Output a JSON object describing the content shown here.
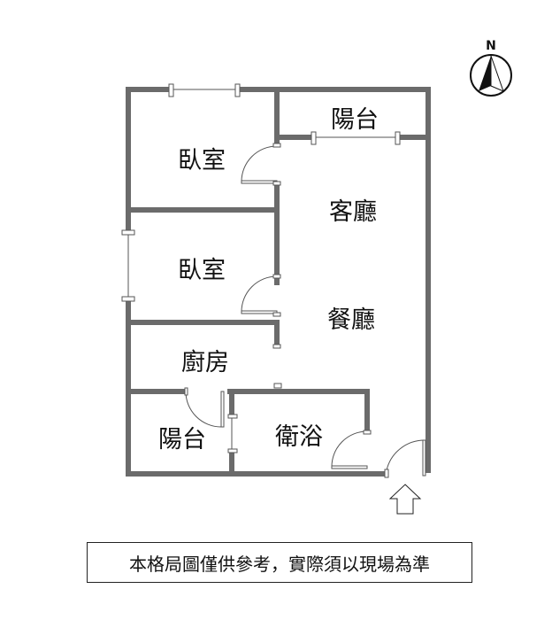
{
  "rooms": {
    "bedroom_1": "臥室",
    "bedroom_2": "臥室",
    "balcony_front": "陽台",
    "living_room": "客廳",
    "dining_room": "餐廳",
    "kitchen": "廚房",
    "balcony_back": "陽台",
    "bathroom": "衛浴"
  },
  "compass": {
    "label": "N"
  },
  "disclaimer": "本格局圖僅供參考，實際須以現場為準",
  "colors": {
    "wall": "#6b6b6b",
    "text": "#111111"
  }
}
